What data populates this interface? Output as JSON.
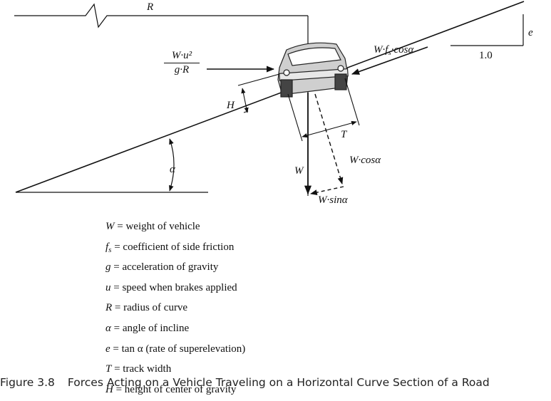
{
  "labels": {
    "R": "R",
    "e": "e",
    "one": "1.0",
    "friction_force": "W·f",
    "friction_sub": "s",
    "friction_tail": "·cosα",
    "centrifugal_num": "W·u²",
    "centrifugal_den": "g·R",
    "H": "H",
    "T": "T",
    "alpha": "α",
    "W": "W",
    "W_cos": "W·cosα",
    "W_sin": "W·sinα"
  },
  "legend": [
    {
      "sym": "W",
      "sub": "",
      "text": " = weight of vehicle"
    },
    {
      "sym": "f",
      "sub": "s",
      "text": " = coefficient of side friction"
    },
    {
      "sym": "g",
      "sub": "",
      "text": " = acceleration of gravity"
    },
    {
      "sym": "u",
      "sub": "",
      "text": " = speed when brakes applied"
    },
    {
      "sym": "R",
      "sub": "",
      "text": " = radius of curve"
    },
    {
      "sym": "α",
      "sub": "",
      "text": " = angle of incline"
    },
    {
      "sym": "e",
      "sub": "",
      "text": " = tan α (rate of superelevation)"
    },
    {
      "sym": "T",
      "sub": "",
      "text": " = track width"
    },
    {
      "sym": "H",
      "sub": "",
      "text": " = height of center of gravity"
    }
  ],
  "caption": {
    "number": "Figure 3.8",
    "text": "Forces Acting on a Vehicle Traveling on a Horizontal Curve Section of a Road"
  }
}
